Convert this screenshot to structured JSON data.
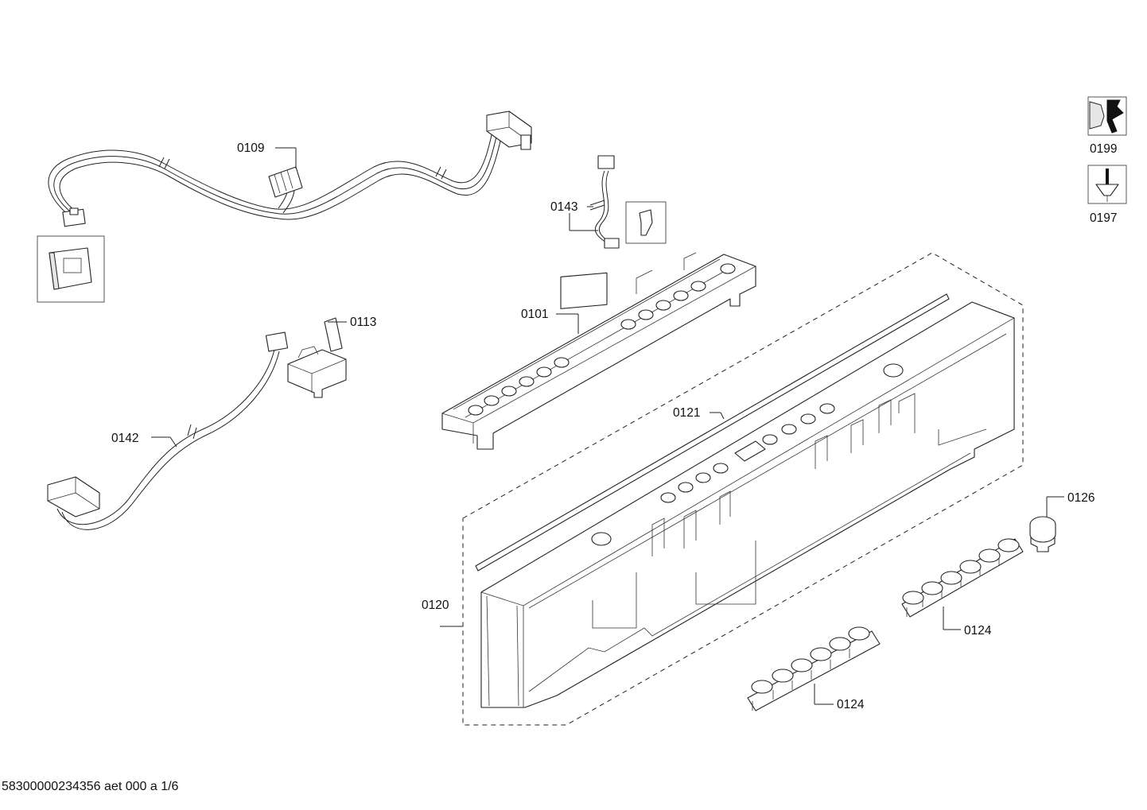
{
  "callouts": {
    "p0101": "0101",
    "p0109": "0109",
    "p0113": "0113",
    "p0120": "0120",
    "p0121": "0121",
    "p0124a": "0124",
    "p0124b": "0124",
    "p0126": "0126",
    "p0142": "0142",
    "p0143": "0143",
    "p0197": "0197",
    "p0199": "0199"
  },
  "footer": "58300000234356 aet 000 a 1/6"
}
